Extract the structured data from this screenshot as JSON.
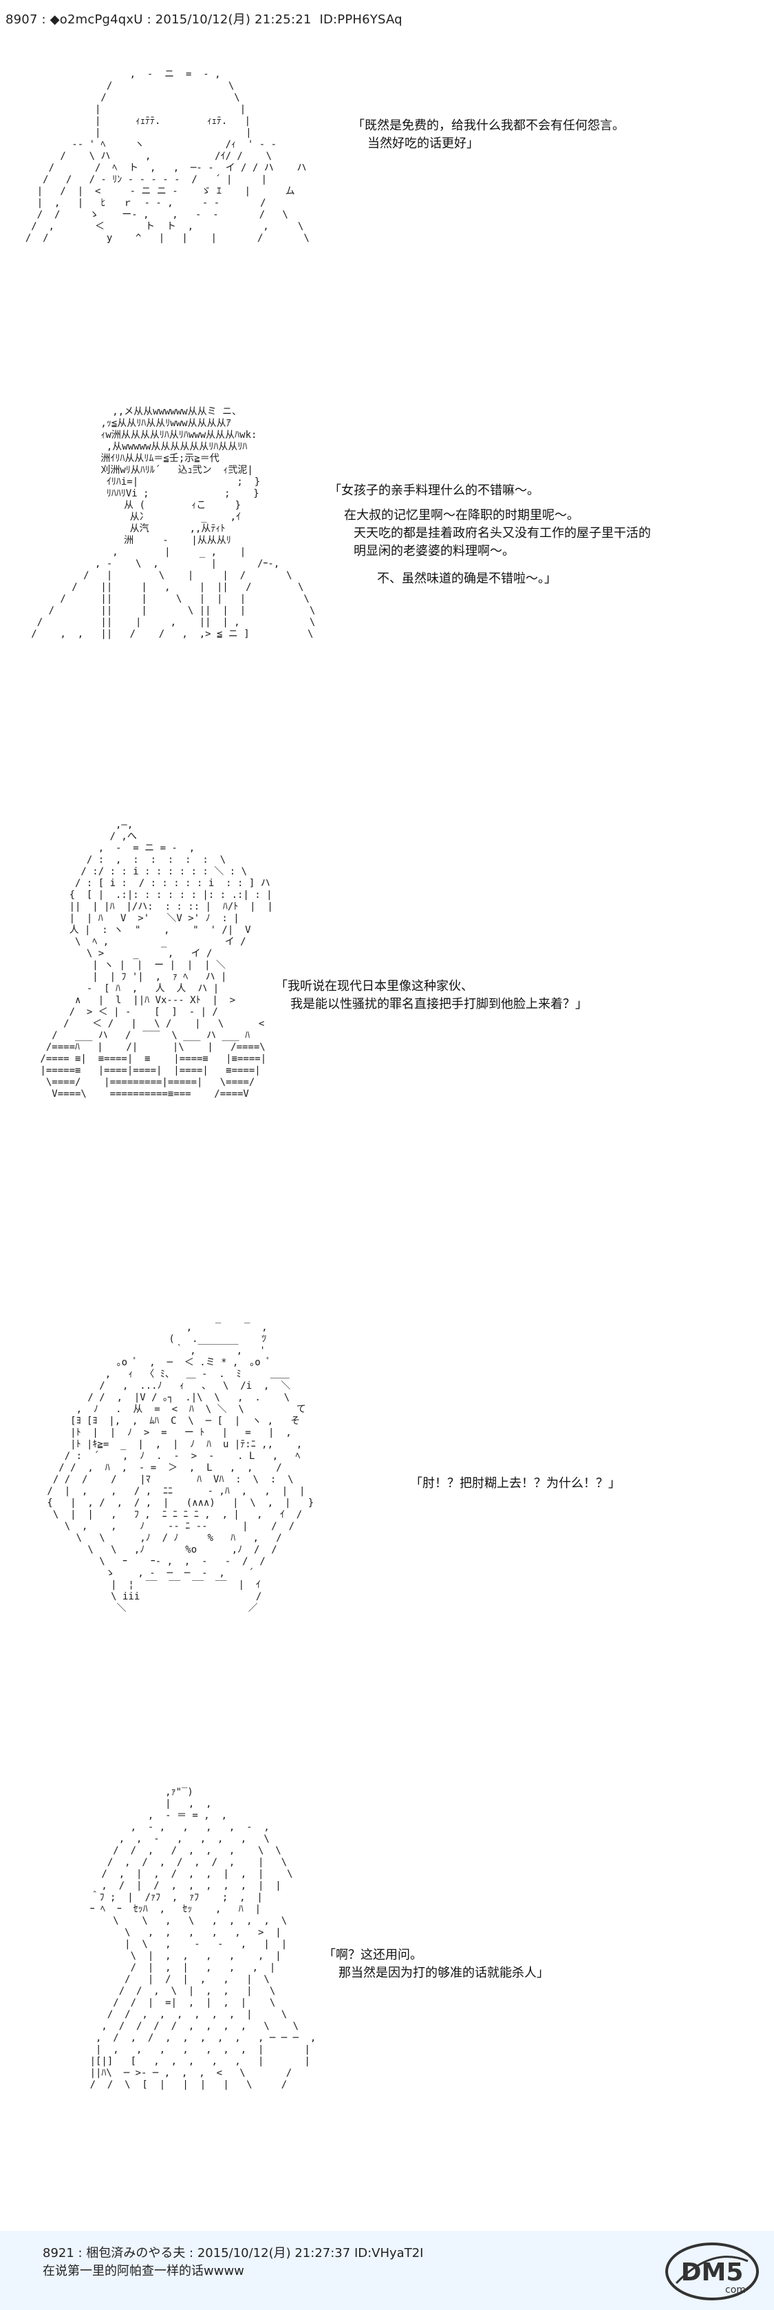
{
  "header": {
    "post_number": "8907",
    "name": "◆o2mcPg4qxU",
    "datetime": "2015/10/12(月) 21:25:21",
    "id": "ID:PPH6YSAq"
  },
  "scenes": [
    {
      "speech": [
        "「既然是免费的，给我什么我都不会有任何怨言。",
        "当然好吃的话更好」"
      ]
    },
    {
      "speech": [
        "「女孩子的亲手料理什么的不错嘛～。",
        "在大叔的记忆里啊～在降职的时期里呢～。",
        "天天吃的都是挂着政府名头又没有工作的屋子里干活的",
        "明显闲的老婆婆的料理啊～。",
        "不、虽然味道的确是不错啦～。」"
      ]
    },
    {
      "speech": [
        "「我听说在现代日本里像这种家伙、",
        "我是能以性骚扰的罪名直接把手打脚到他脸上来着？」"
      ]
    },
    {
      "speech": [
        "「肘！？把肘糊上去！？为什么！？」"
      ]
    },
    {
      "speech": [
        "「啊？这还用问。",
        "那当然是因为打的够准的话就能杀人」"
      ]
    }
  ],
  "footer": {
    "post_number": "8921",
    "name": "梱包済みのやる夫",
    "datetime": "2015/10/12(月) 21:27:37",
    "id": "ID:VHyaT2I",
    "comment": "在说第一里的阿帕查一样的话wwww"
  },
  "watermark": {
    "text": "DM5",
    "sub": "com",
    "color": "#333333"
  }
}
